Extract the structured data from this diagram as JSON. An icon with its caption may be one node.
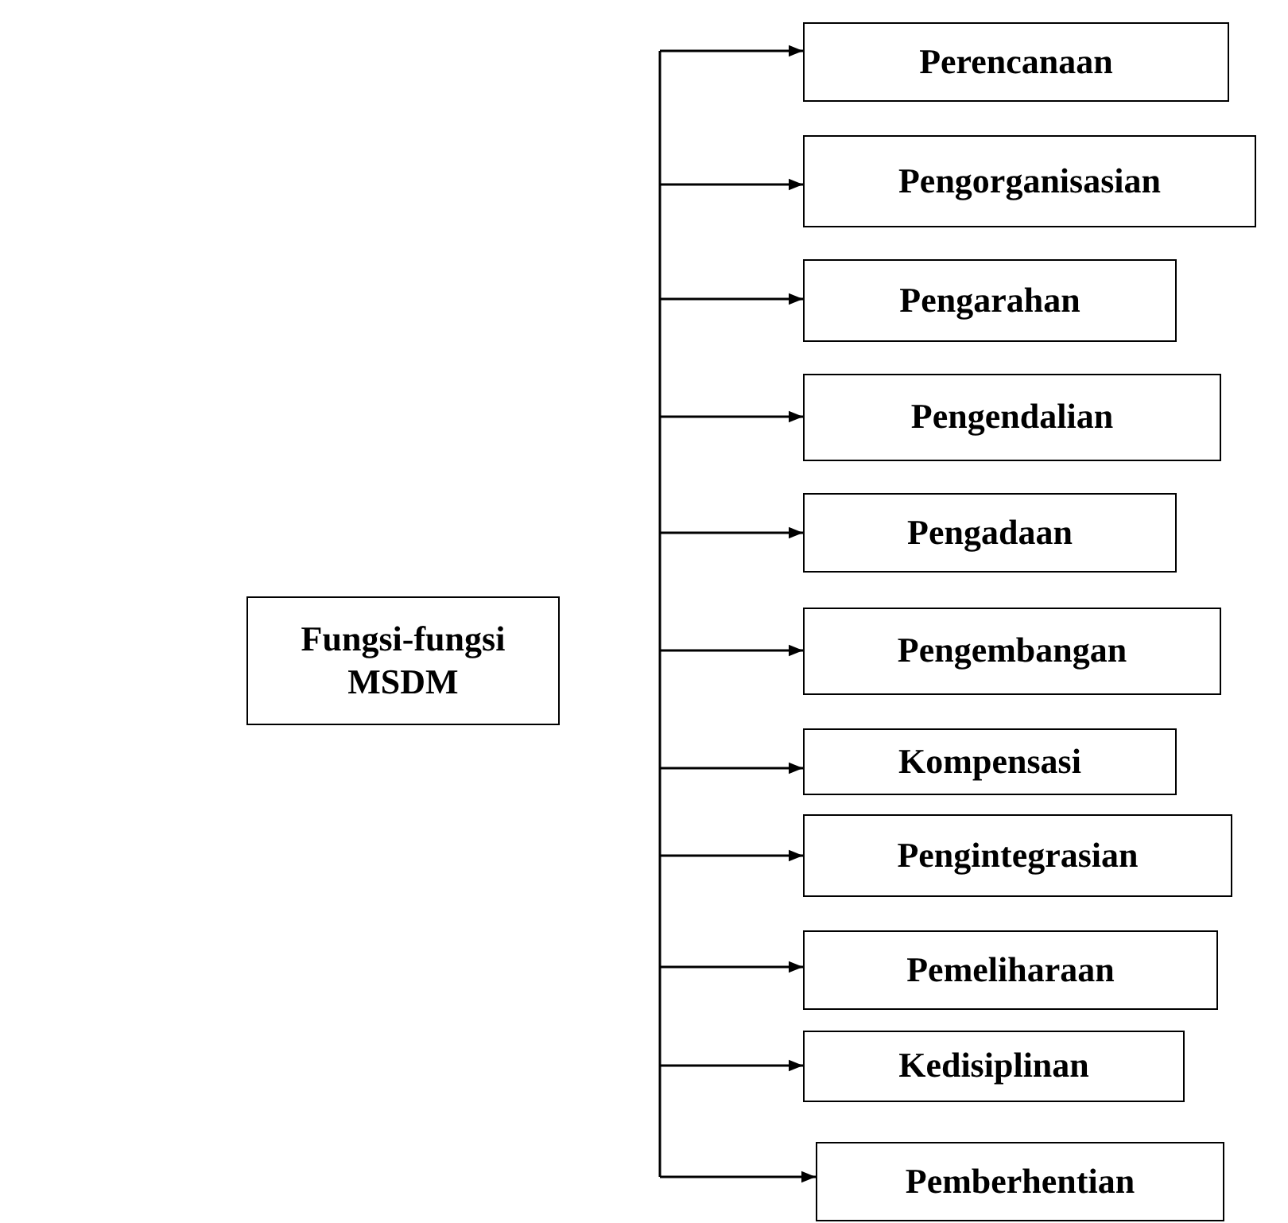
{
  "diagram": {
    "nodes": [
      {
        "text": [
          "Fungsi-fungsi MSDM"
        ]
      },
      {
        "text": [
          "Perencanaan"
        ]
      },
      {
        "text": [
          "Pengorganisasian"
        ]
      },
      {
        "text": [
          "Pengarahan"
        ]
      },
      {
        "text": [
          "Pengendalian"
        ]
      },
      {
        "text": [
          "Pengadaan"
        ]
      },
      {
        "text": [
          "Pengembangan"
        ]
      },
      {
        "text": [
          "Kompensasi"
        ]
      },
      {
        "text": [
          "Pengintegrasian"
        ]
      },
      {
        "text": [
          "Pemeliharaan"
        ]
      },
      {
        "text": [
          "Kedisiplinan"
        ]
      },
      {
        "text": [
          "Pemberhentian"
        ]
      }
    ],
    "edges": [
      {
        "from": null,
        "to": 1,
        "arrow": "to"
      },
      {
        "from": null,
        "to": 2,
        "arrow": "to"
      },
      {
        "from": null,
        "to": 3,
        "arrow": "to"
      },
      {
        "from": null,
        "to": 4,
        "arrow": "to"
      },
      {
        "from": null,
        "to": 5,
        "arrow": "to"
      },
      {
        "from": null,
        "to": 6,
        "arrow": "to"
      },
      {
        "from": null,
        "to": 7,
        "arrow": "to"
      },
      {
        "from": null,
        "to": 8,
        "arrow": "to"
      },
      {
        "from": null,
        "to": 9,
        "arrow": "to"
      },
      {
        "from": null,
        "to": 10,
        "arrow": "to"
      },
      {
        "from": null,
        "to": 11,
        "arrow": "to"
      }
    ]
  }
}
